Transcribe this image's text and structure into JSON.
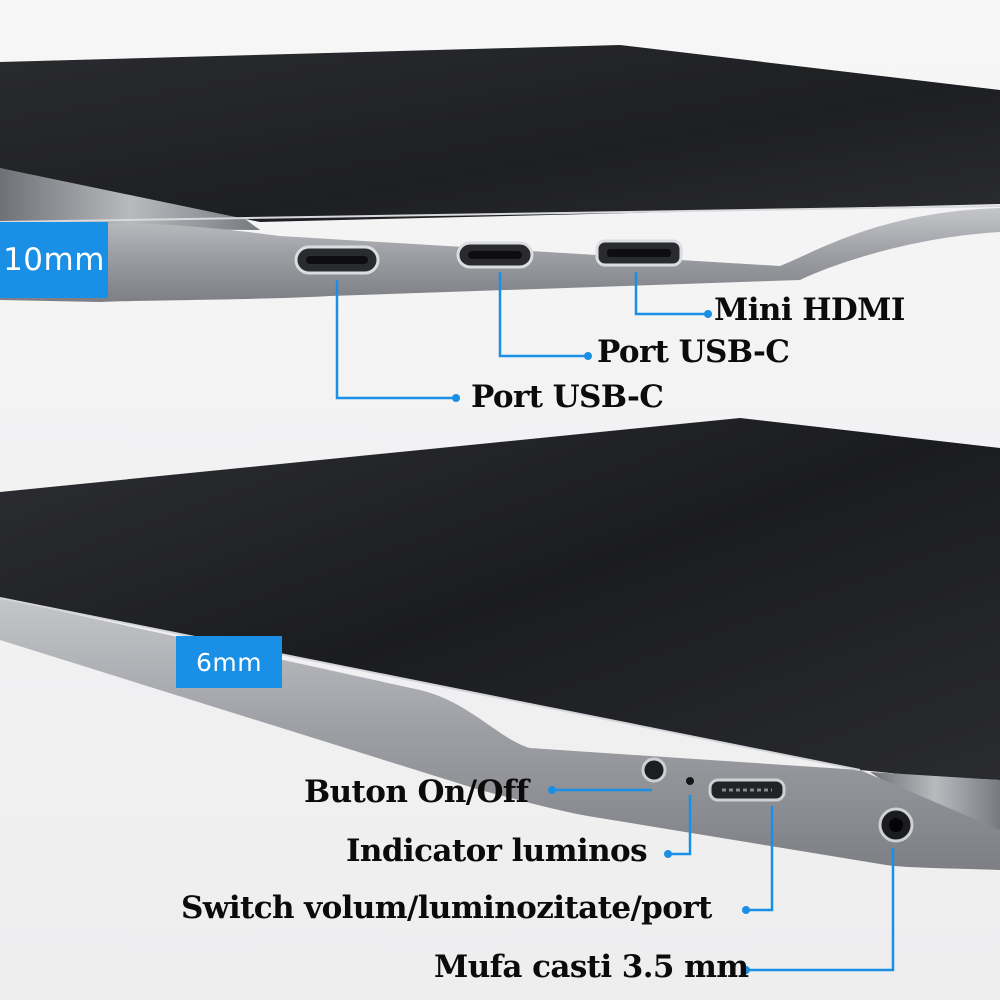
{
  "badges": {
    "top_thickness": "10mm",
    "bottom_thickness": "6mm"
  },
  "callouts": {
    "mini_hdmi": "Mini HDMI",
    "usb_c_middle": "Port USB-C",
    "usb_c_left": "Port USB-C",
    "power_button": "Buton On/Off",
    "indicator_light": "Indicator luminos",
    "switch": "Switch volum/luminozitate/port",
    "headphone_jack": "Mufa casti 3.5 mm"
  },
  "colors": {
    "accent_blue": "#1a8fe6",
    "screen": "#1f2023",
    "bezel": "#8f9196",
    "background": "#f4f4f5"
  }
}
